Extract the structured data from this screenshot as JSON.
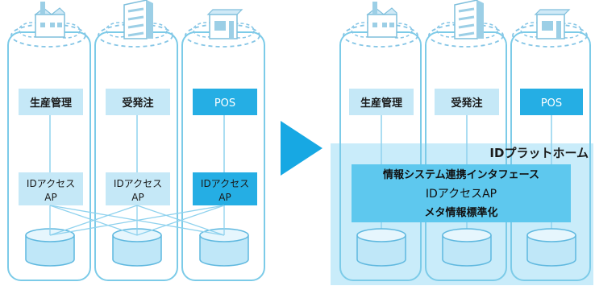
{
  "colors": {
    "column_border": "#7ccbe8",
    "light_box": "#c5e8f7",
    "dark_box": "#25aee4",
    "platform": "#c9ecfa",
    "platform_inner": "#5ec8ee",
    "arrow": "#17a8e3",
    "db_side": "#bfe7f8",
    "db_top": "#e6f6fd",
    "cloud": "#86c6e6",
    "building": "#9ccfe6"
  },
  "before": {
    "columns": [
      {
        "system": "生産管理",
        "access_line1": "IDアクセス",
        "access_line2": "AP",
        "style": "light"
      },
      {
        "system": "受発注",
        "access_line1": "IDアクセス",
        "access_line2": "AP",
        "style": "light"
      },
      {
        "system": "POS",
        "access_line1": "IDアクセス",
        "access_line2": "AP",
        "style": "dark"
      }
    ]
  },
  "after": {
    "columns": [
      {
        "system": "生産管理",
        "style": "light"
      },
      {
        "system": "受発注",
        "style": "light"
      },
      {
        "system": "POS",
        "style": "dark"
      }
    ],
    "platform": {
      "title": "IDプラットホーム",
      "line1": "情報システム連携インタフェース",
      "line2": "IDアクセスAP",
      "line3": "メタ情報標準化"
    }
  },
  "icons": [
    "cloud-icon",
    "building-icon",
    "database-icon",
    "arrow-right-icon"
  ]
}
